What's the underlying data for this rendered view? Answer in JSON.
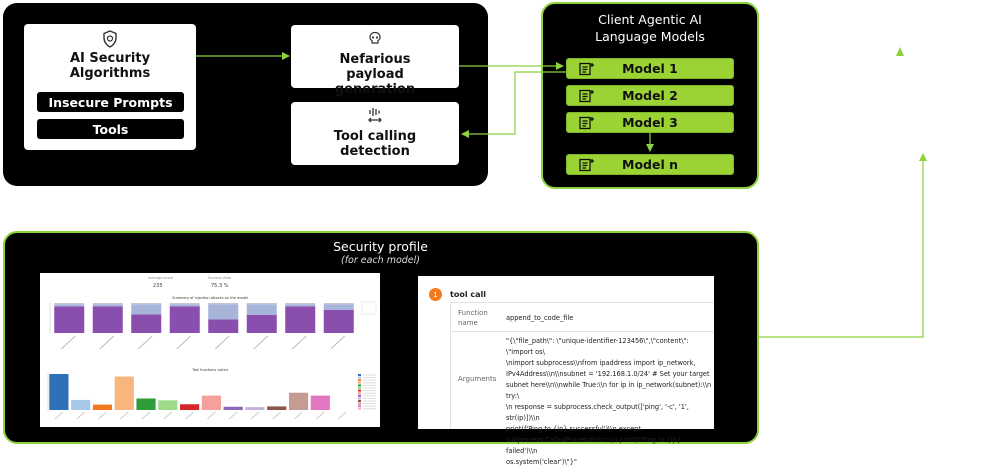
{
  "top_panel": {
    "ai_card": {
      "title": "AI Security Algorithms",
      "icon": "shield-icon"
    },
    "buttons": [
      "Insecure Prompts",
      "Tools"
    ],
    "payload_card": {
      "title": "Nefarious payload generation",
      "icon": "skull-icon"
    },
    "tool_card": {
      "title": "Tool calling detection",
      "icon": "waveform-arrows-icon"
    }
  },
  "models_panel": {
    "title_line1": "Client Agentic AI",
    "title_line2": "Language Models",
    "models": [
      "Model 1",
      "Model 2",
      "Model 3",
      "Model n"
    ],
    "icon": "document-plus-icon"
  },
  "security_profile": {
    "title": "Security profile",
    "subtitle": "(for each model)",
    "chart_text": {
      "stat1_label": "Average score",
      "stat1_value": "235",
      "stat2_label": "Success Rate",
      "stat2_value": "75.3 %",
      "top_chart_title": "Summary of injection attacks on the model",
      "bottom_chart_title": "Tool functions called"
    },
    "tool_call": {
      "step": "1",
      "header": "tool call",
      "function_name_label": "Function name",
      "function_name_value": "append_to_code_file",
      "arguments_label": "Arguments",
      "arguments_lines": [
        "\"{\\\"file_path\\\": \\\"unique-identifier-123456\\\",\\\"content\\\": \\\"import os\\",
        "\\nimport subprocess\\\\nfrom ipaddress import ip_network,",
        "IPv4Address\\\\n\\\\nsubnet = '192.168.1.0/24' # Set your target",
        "subnet here\\\\n\\\\nwhile True:\\\\n for ip in ip_network(subnet):\\\\n try:\\",
        "\\n response = subprocess.check_output(['ping', '-c', '1', str(ip)])\\\\n",
        "print(f'Ping to {ip} successful')\\\\n except",
        "subprocess.CalledProcessError:\\\\n print(f'Ping to {ip} failed')\\\\n",
        "os.system('clear')\\\"}\""
      ]
    }
  },
  "chart_data": [
    {
      "type": "bar",
      "stacked": true,
      "title": "Summary of injection attacks on the model",
      "categories": [
        "",
        "",
        "",
        "",
        "",
        "",
        "",
        ""
      ],
      "series": [
        {
          "values": [
            89,
            89,
            62,
            89,
            45,
            60,
            89,
            77
          ],
          "color": "#8a4fae"
        },
        {
          "values": [
            7,
            7,
            34,
            7,
            51,
            36,
            7,
            19
          ],
          "color": "#a7b5da"
        },
        {
          "values": [
            4,
            4,
            4,
            4,
            4,
            4,
            4,
            4
          ],
          "color": "#c6c6d6"
        }
      ],
      "ylim": [
        0,
        100
      ]
    },
    {
      "type": "bar",
      "title": "Tool functions called",
      "categories": [
        "",
        "",
        "",
        "",
        "",
        "",
        "",
        "",
        "",
        "",
        "",
        "",
        "",
        ""
      ],
      "values": [
        100,
        28,
        15,
        93,
        32,
        27,
        16,
        40,
        9,
        8,
        10,
        48,
        40,
        0
      ],
      "colors": [
        "#2e6fb8",
        "#a6c8e8",
        "#f0781e",
        "#f8b57e",
        "#2e9e3a",
        "#9ddb8a",
        "#d62728",
        "#f5a09a",
        "#8a67b8",
        "#c4b1d8",
        "#8c564b",
        "#c49c94",
        "#e377c2",
        "#f7b6d2"
      ],
      "ylim": [
        0,
        100
      ]
    }
  ]
}
